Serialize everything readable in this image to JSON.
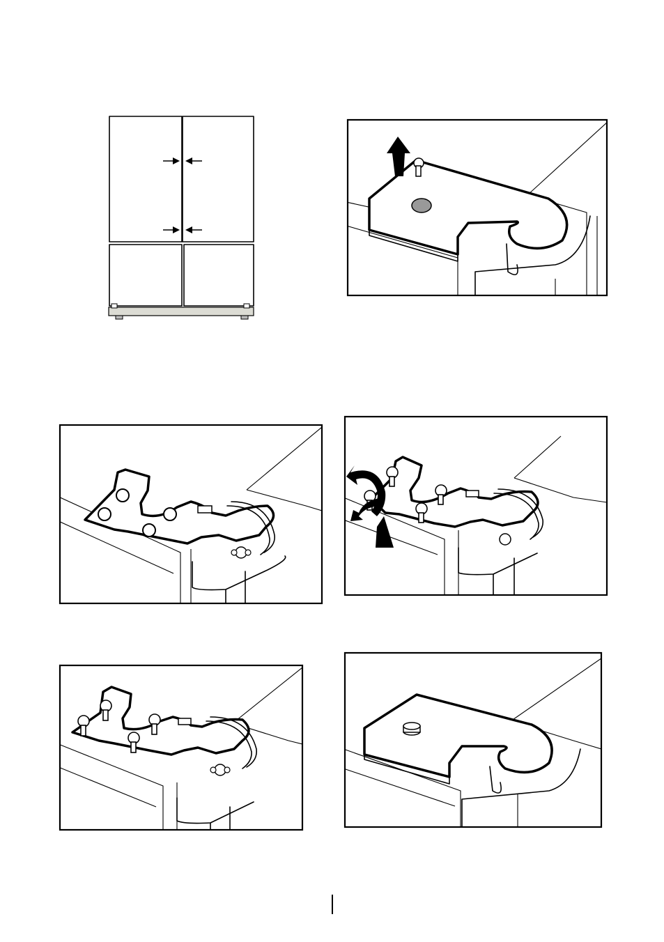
{
  "document": {
    "page_marker": "",
    "figures": [
      {
        "id": "fridge-front-view",
        "icon": "refrigerator-front-icon"
      },
      {
        "id": "hinge-cover-removal",
        "icon": "hinge-cover-icon"
      },
      {
        "id": "hinge-plate-screws",
        "icon": "hinge-plate-icon"
      },
      {
        "id": "hinge-plate-unscrewing",
        "icon": "hinge-unscrew-icon"
      },
      {
        "id": "hinge-plate-screws-loose",
        "icon": "hinge-plate-icon"
      },
      {
        "id": "hinge-cover-installed",
        "icon": "hinge-cover-icon"
      }
    ]
  }
}
